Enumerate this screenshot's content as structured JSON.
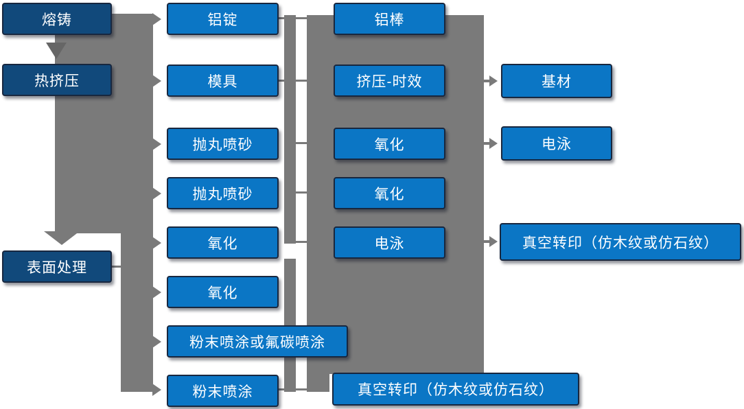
{
  "colors": {
    "box_blue": "#0B76C5",
    "box_dark_blue": "#11497B",
    "box_border": "#18273F",
    "connector_gray": "#7A7A7A",
    "down_arrow_dark_gray": "#666666",
    "text": "#FFFFFF",
    "background": "#FFFFFF"
  },
  "columns": [
    {
      "name": "process-stages",
      "boxes": [
        {
          "label": "熔铸"
        },
        {
          "label": "热挤压"
        },
        {
          "label": "表面处理"
        }
      ]
    },
    {
      "name": "preparation-steps",
      "boxes": [
        {
          "label": "铝锭"
        },
        {
          "label": "模具"
        },
        {
          "label": "抛丸喷砂"
        },
        {
          "label": "抛丸喷砂"
        },
        {
          "label": "氧化"
        },
        {
          "label": "氧化"
        },
        {
          "label": "粉末喷涂或氟碳喷涂"
        },
        {
          "label": "粉末喷涂"
        }
      ]
    },
    {
      "name": "middle-steps",
      "boxes": [
        {
          "label": "铝棒"
        },
        {
          "label": "挤压-时效"
        },
        {
          "label": "氧化"
        },
        {
          "label": "氧化"
        },
        {
          "label": "电泳"
        },
        {
          "label": "真空转印（仿木纹或仿石纹）"
        }
      ]
    },
    {
      "name": "output-finishes",
      "boxes": [
        {
          "label": "基材"
        },
        {
          "label": "电泳"
        },
        {
          "label": "真空转印（仿木纹或仿石纹）"
        }
      ]
    }
  ]
}
